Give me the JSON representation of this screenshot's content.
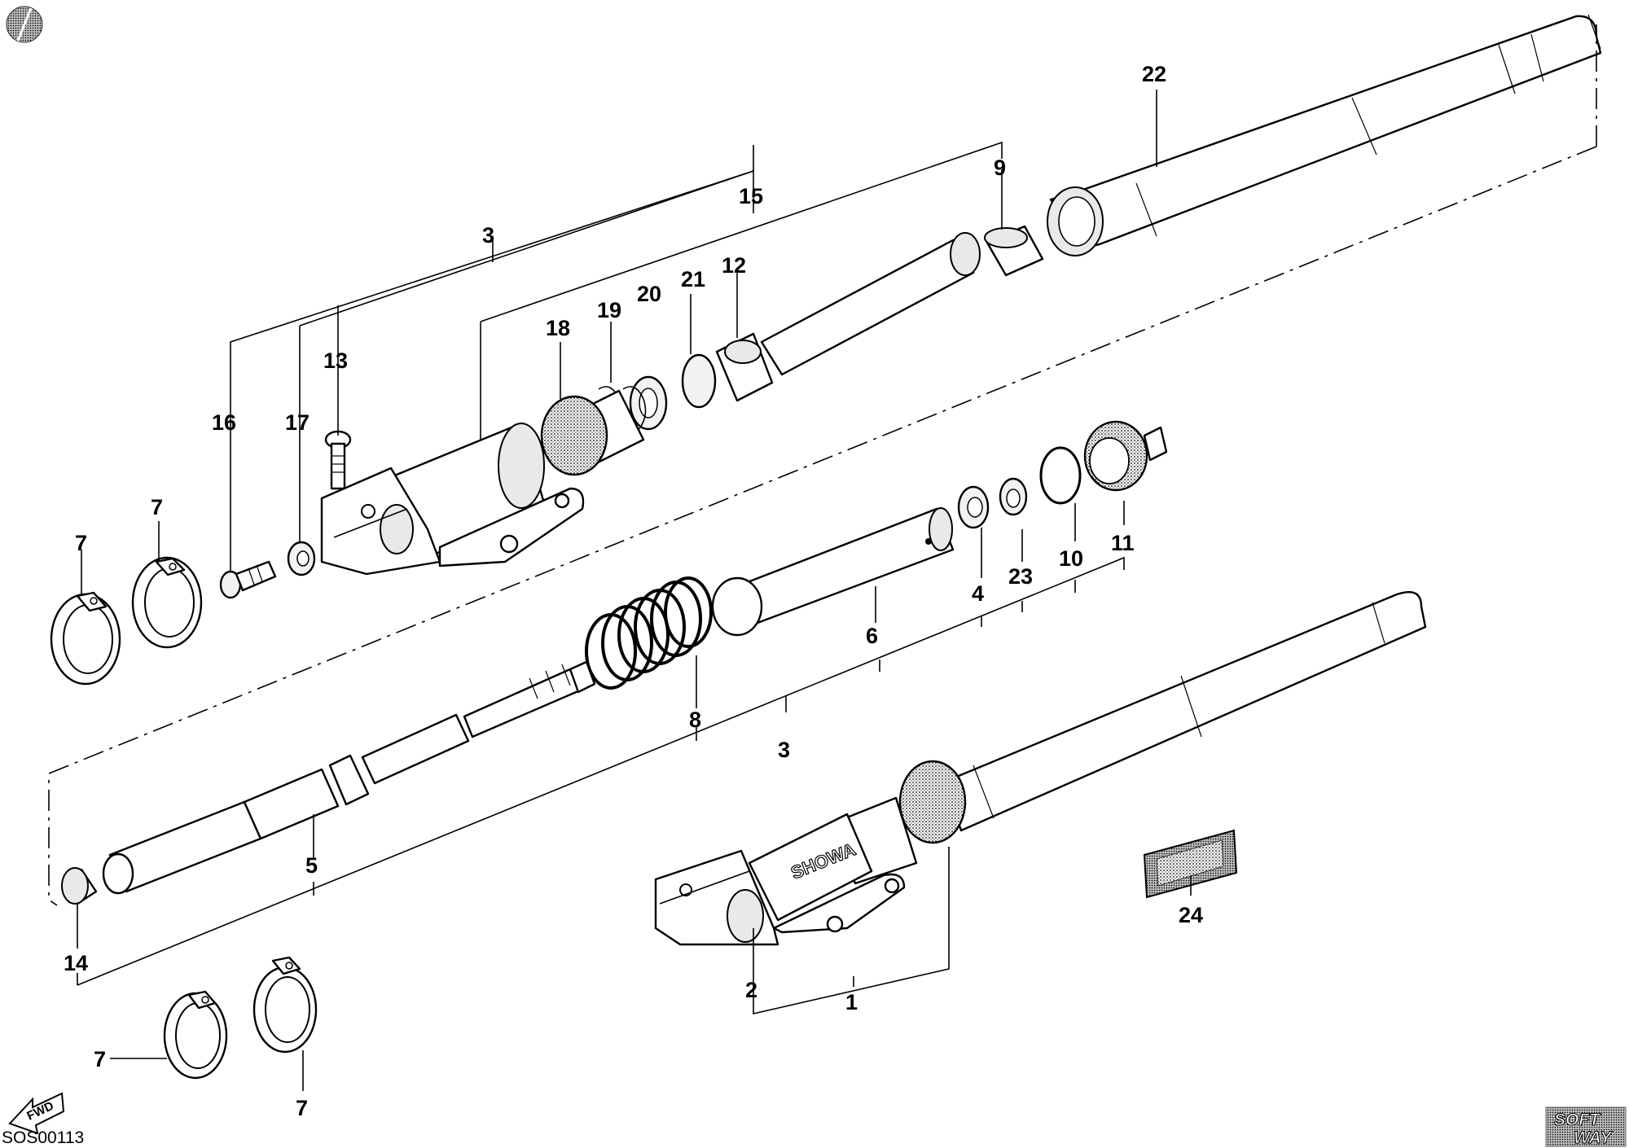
{
  "diagram": {
    "code": "SOS00113",
    "fwd_label": "FWD",
    "brand_mark": "SHOWA",
    "logo_top": "SOFT",
    "logo_bottom": "WAY",
    "callouts": [
      "22",
      "9",
      "15",
      "3",
      "12",
      "21",
      "20",
      "18",
      "19",
      "13",
      "16",
      "17",
      "7",
      "7",
      "11",
      "10",
      "23",
      "4",
      "6",
      "8",
      "3",
      "5",
      "14",
      "24",
      "2",
      "1",
      "7",
      "7"
    ]
  }
}
